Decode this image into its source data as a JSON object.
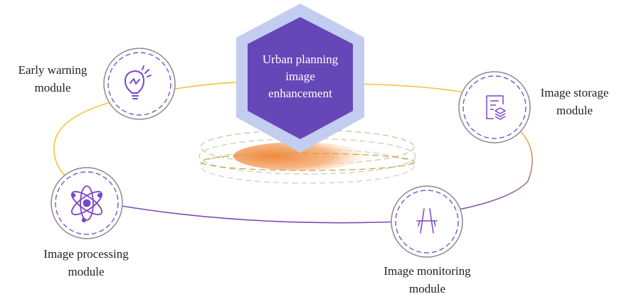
{
  "center": {
    "title_lines": [
      "Urban planning",
      "image",
      "enhancement"
    ]
  },
  "modules": {
    "early_warning": {
      "label_lines": [
        "Early warning",
        "module"
      ],
      "icon": "lightbulb-icon"
    },
    "image_storage": {
      "label_lines": [
        "Image storage",
        "module"
      ],
      "icon": "document-stack-icon"
    },
    "image_processing": {
      "label_lines": [
        "Image processing",
        "module"
      ],
      "icon": "atom-icon"
    },
    "image_monitoring": {
      "label_lines": [
        "Image monitoring",
        "module"
      ],
      "icon": "road-icon"
    }
  },
  "colors": {
    "hex_outer": "#c3cdef",
    "hex_inner": "#6547b8",
    "ring_yellow": "#f4c335",
    "ring_purple": "#7b4bb3",
    "icon_purple": "#7a45c9",
    "circle_border": "#8a8a8a",
    "disc_orange": "#f2924e"
  }
}
